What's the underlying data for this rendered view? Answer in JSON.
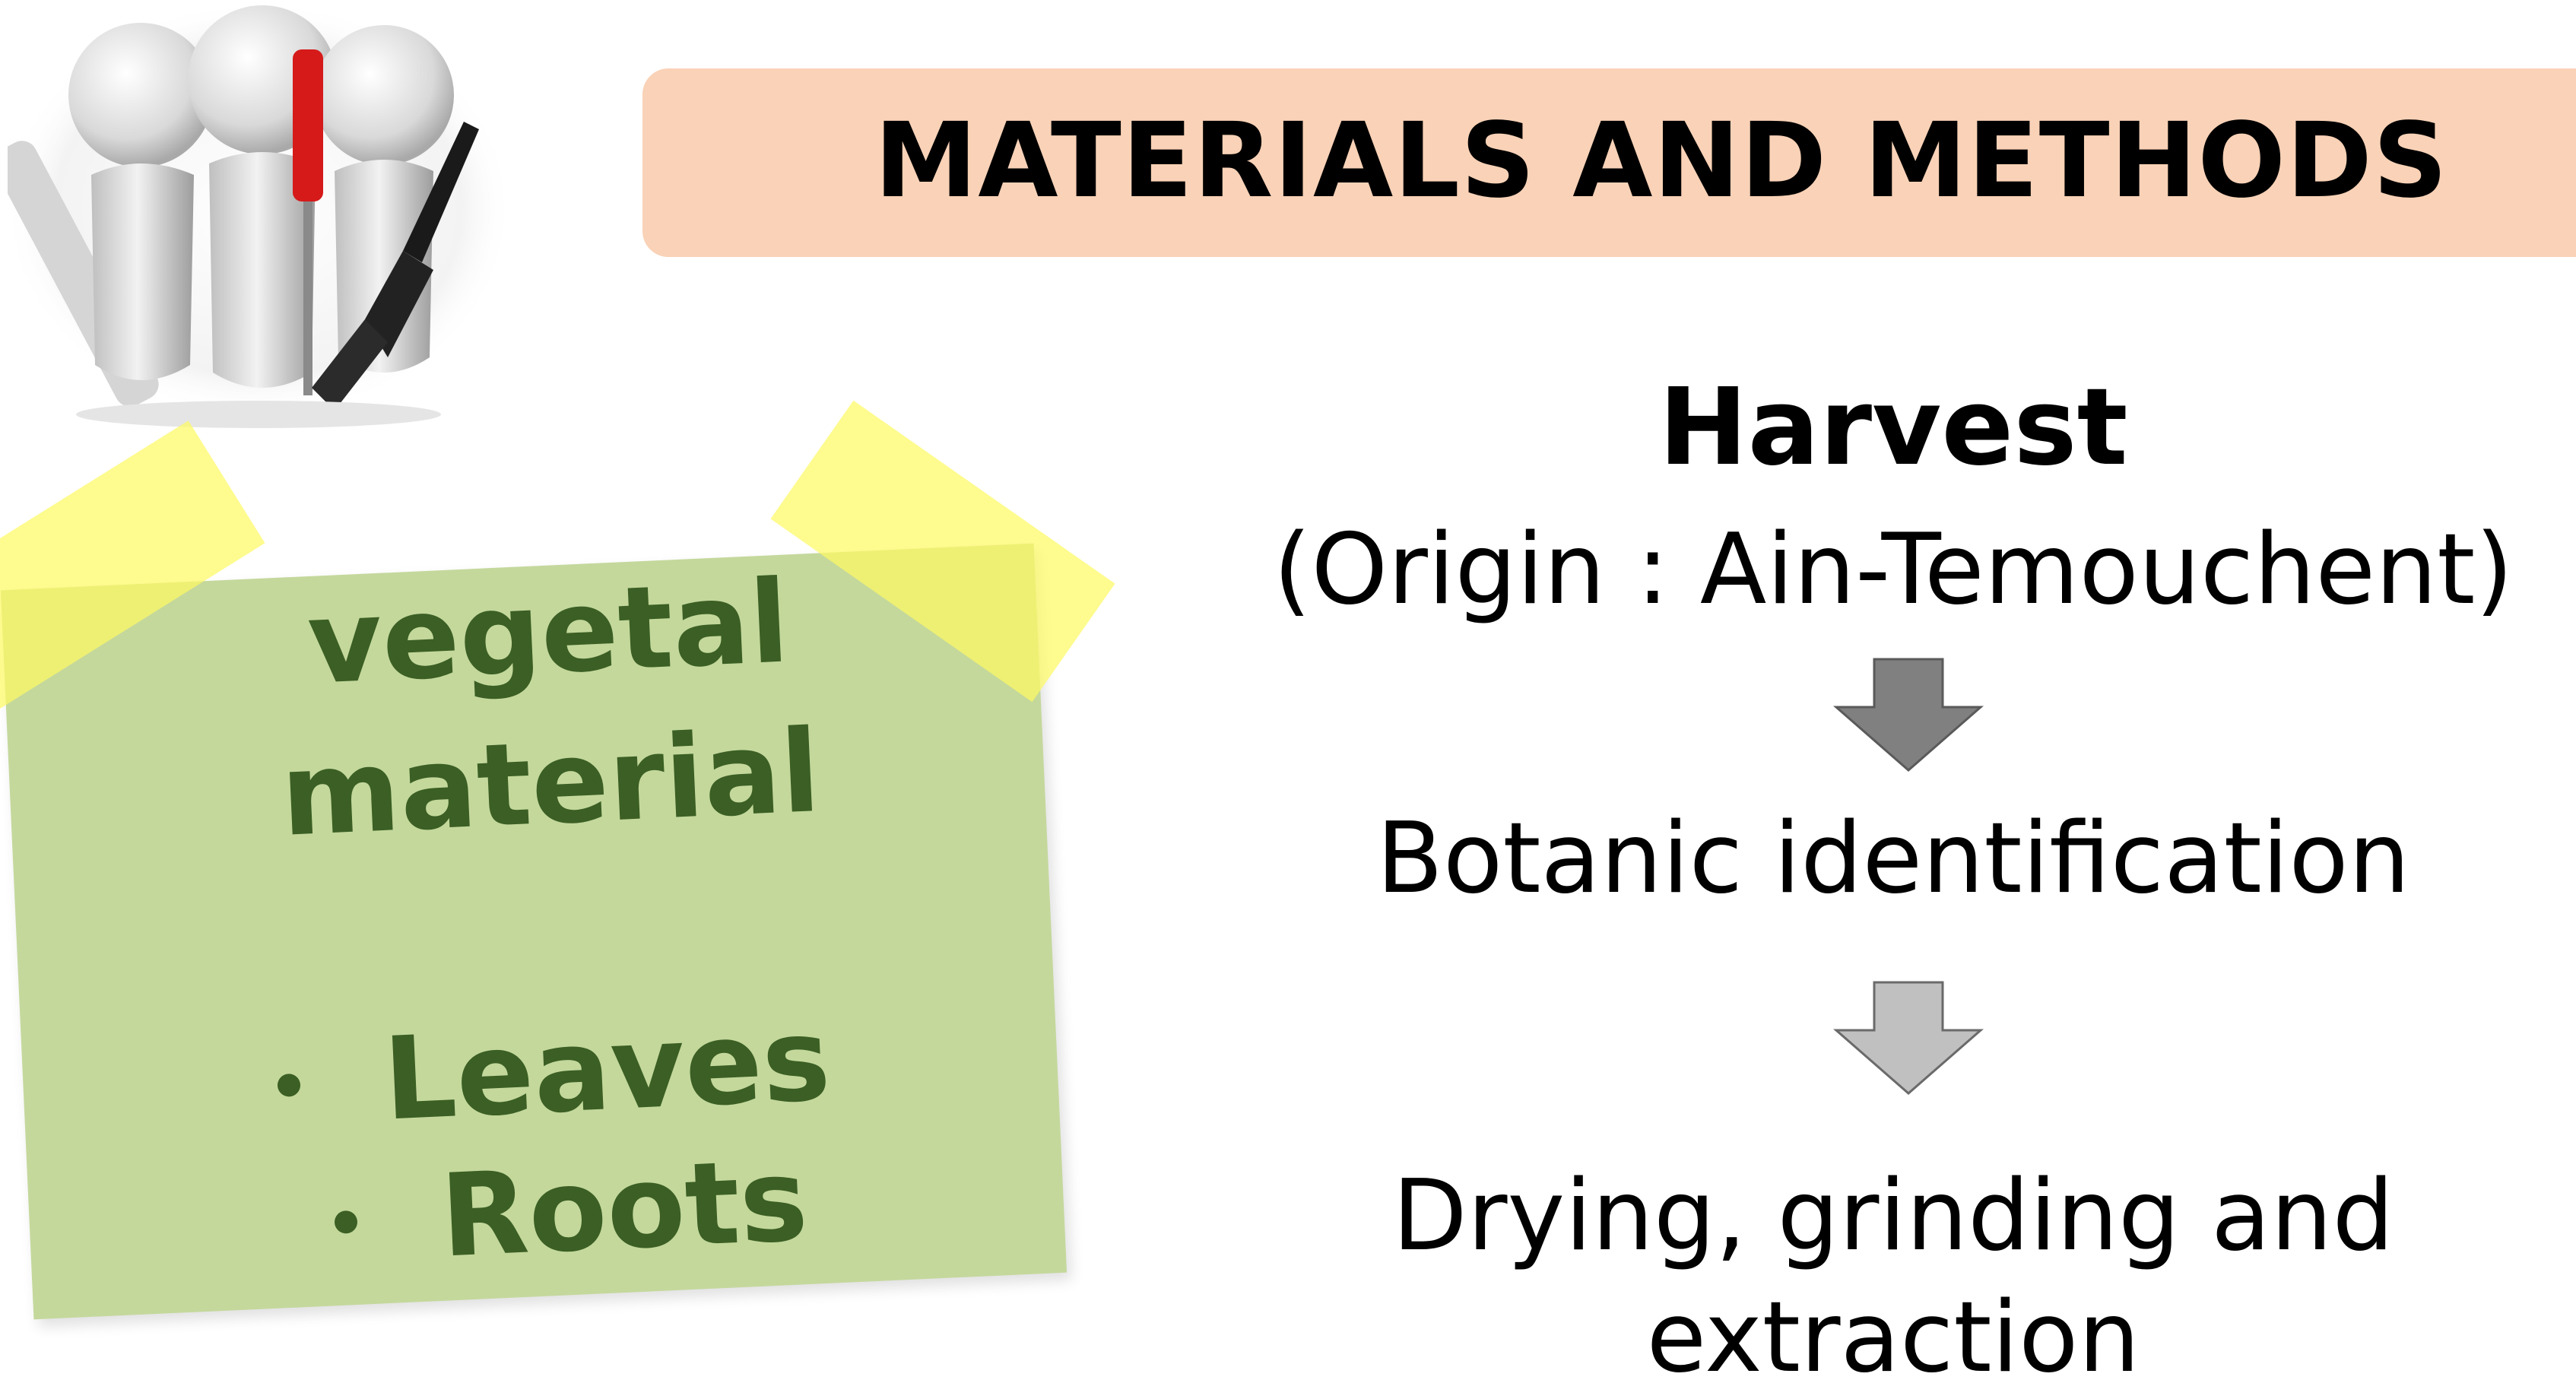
{
  "header": {
    "title": "MATERIALS AND METHODS"
  },
  "illustration": {
    "icon": "figures-with-tools-icon"
  },
  "note": {
    "line1": "vegetal",
    "line2": "material",
    "items": [
      "Leaves",
      "Roots"
    ],
    "background_color": "#c4d89c",
    "text_color": "#3b5f24",
    "tape_color": "#fdf964"
  },
  "flow": {
    "harvest_label": "Harvest",
    "origin_label": "(Origin : Ain-Temouchent)",
    "step_botanic": "Botanic identification",
    "step_drying_line1": "Drying, grinding and",
    "step_drying_line2": "extraction",
    "arrow_colors": [
      "#808080",
      "#c0c0c0"
    ]
  },
  "colors": {
    "banner": "#f9d2b7"
  }
}
